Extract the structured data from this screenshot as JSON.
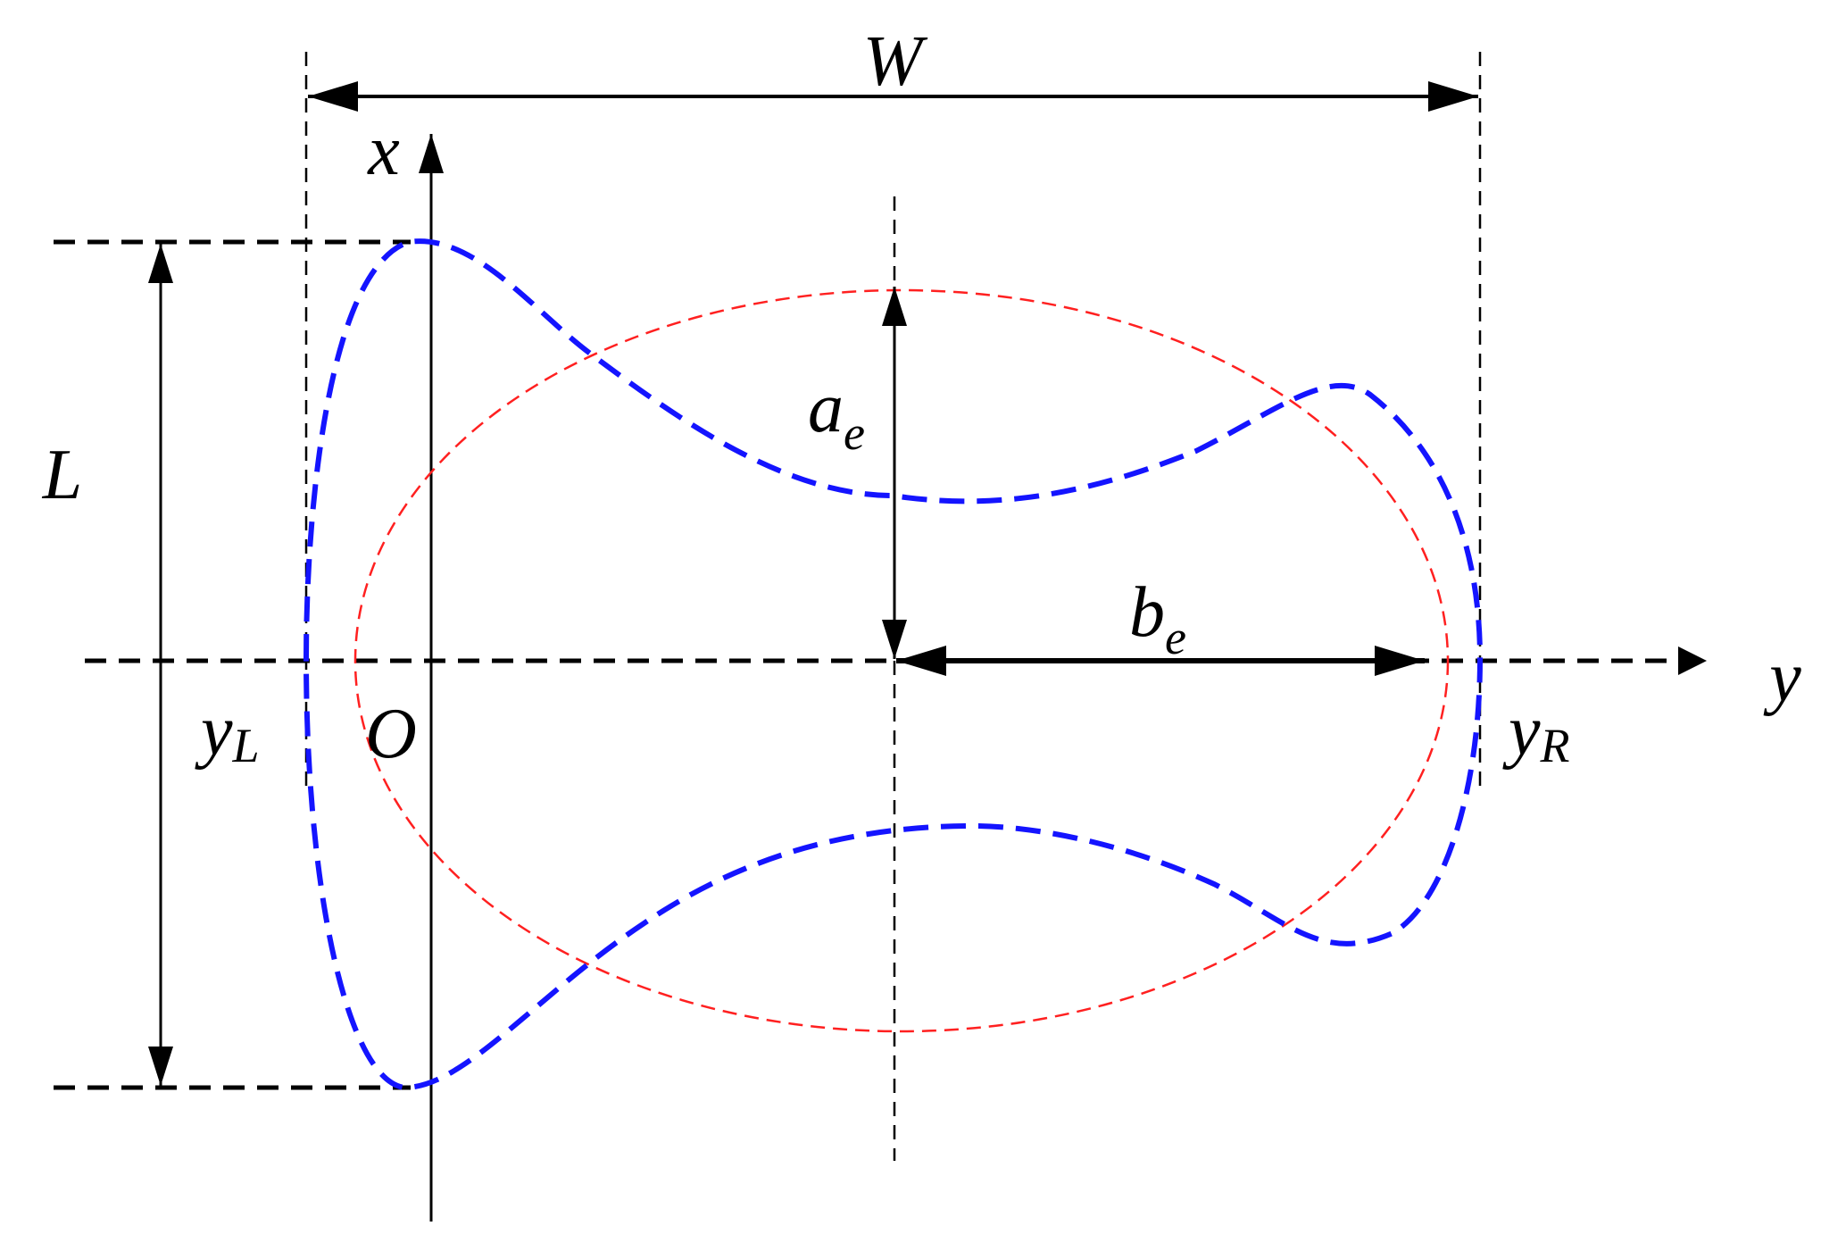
{
  "labels": {
    "W": "W",
    "x_axis": "x",
    "y_axis": "y",
    "L": "L",
    "origin": "O",
    "a_main": "a",
    "a_sub": "e",
    "b_main": "b",
    "b_sub": "e",
    "yL_main": "y",
    "yL_sub": "L",
    "yR_main": "y",
    "yR_sub": "R"
  },
  "colors": {
    "ink": "#000000",
    "contour": "#1414ff",
    "ellipse": "#ff2020",
    "background": "#ffffff"
  },
  "icons": [
    "arrowhead"
  ]
}
